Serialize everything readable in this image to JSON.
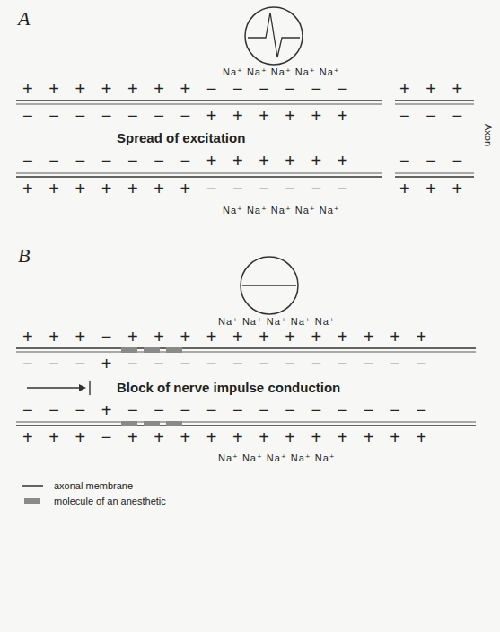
{
  "diagram": {
    "labels": [
      "A",
      "Na⁺ Na⁺ Na⁺ Na⁺ Na⁺",
      "+ + + + + + + − − − − − −",
      "+ + +",
      "− − − − − − − + + + + + +",
      "− − −",
      "Spread of excitation",
      "− − − − − − − + + + + + +",
      "− − −",
      "+ + + + + + + − − − − − −",
      "+ + +",
      "Na⁺ Na⁺ Na⁺ Na⁺ Na⁺",
      "Axon",
      "B",
      "Na⁺ Na⁺ Na⁺ Na⁺ Na⁺",
      "+ + + − + + + + + + + + + + + +",
      "− − − + − − − − − − − − − − − −",
      "Block of nerve impulse conduction",
      "− − − + − − − − − − − − − − − −",
      "+ + + − + + + + + + + + + + + +",
      "Na⁺ Na⁺ Na⁺ Na⁺ Na⁺"
    ],
    "legend": [
      {
        "text": "axonal membrane"
      },
      {
        "text": "molecule of an anesthetic"
      }
    ]
  }
}
